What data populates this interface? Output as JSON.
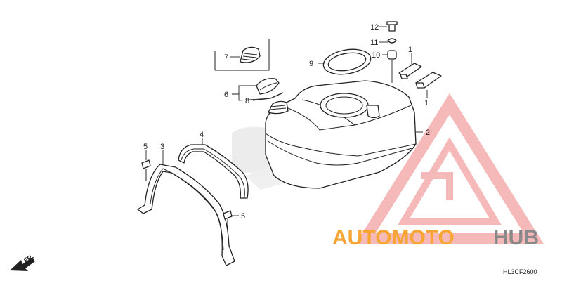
{
  "callouts": {
    "c1a": "1",
    "c1b": "1",
    "c2": "2",
    "c3": "3",
    "c4": "4",
    "c5a": "5",
    "c5b": "5",
    "c6": "6",
    "c7": "7",
    "c8": "8",
    "c9": "9",
    "c10": "10",
    "c11": "11",
    "c12": "12"
  },
  "direction_label": "FR.",
  "diagram_code": "HL3CF2600",
  "watermark": {
    "text_left": "AUTOMOTO",
    "text_right": "HUB",
    "color_left": "#f7a535",
    "color_right": "#8a8a8a",
    "logo_color": "#f08080"
  }
}
